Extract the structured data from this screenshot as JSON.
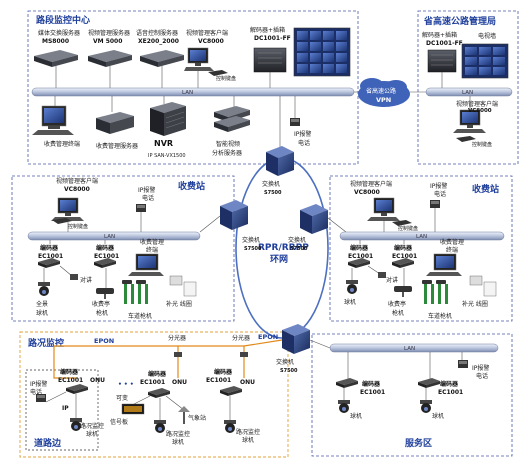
{
  "regions": {
    "road_center": "路段监控中心",
    "highway_center": "省高速公路管理局",
    "toll_left": "收费站",
    "toll_right": "收费站",
    "road_monitor": "路况监控",
    "roadside": "道路边",
    "service": "服务区"
  },
  "lan_label": "LAN",
  "vpn": {
    "line1": "省高速公路",
    "line2": "VPN"
  },
  "ring": {
    "line1": "RPR/RRPP",
    "line2": "环网"
  },
  "epon": "EPON",
  "center_devices": {
    "ms": {
      "name": "媒体交换服务器",
      "model": "MS8000"
    },
    "vm": {
      "name": "视频管理服务器",
      "model": "VM 5000"
    },
    "xe": {
      "name": "语音控制服务器",
      "model": "XE200_2000"
    },
    "vc": {
      "name": "视频管理客户端",
      "model": "VC8000"
    },
    "kbd": "控制键盘",
    "decoder": {
      "name": "解码器+插箱",
      "model": "DC1001-FF"
    },
    "charge_term": "收费管理终端",
    "charge_server": "收费管理服务器",
    "nvr": {
      "name": "NVR",
      "model": "IP SAN-VX1500"
    },
    "ana": {
      "name1": "智能视频",
      "name2": "分析服务器"
    },
    "ipphone": {
      "name1": "IP报警",
      "name2": "电话"
    }
  },
  "highway_devices": {
    "decoder": {
      "name": "解码器+插箱",
      "model": "DC1001-FF"
    },
    "tvwall": "电视墙",
    "vc": {
      "name": "视频管理客户端",
      "model": "VC8000"
    },
    "kbd": "控制键盘"
  },
  "switches": {
    "top": {
      "name": "交换机",
      "model": "S7500"
    },
    "left": {
      "name": "交换机",
      "model": "S7500"
    },
    "right": {
      "name": "交换机",
      "model": "S7500"
    },
    "bottom": {
      "name": "交换机",
      "model": "S7500"
    }
  },
  "toll_left_devices": {
    "vc": {
      "name": "视频管理客户端",
      "model": "VC8000"
    },
    "kbd": "控制键盘",
    "ipphone": {
      "name1": "IP报警",
      "name2": "电话"
    },
    "enc1": {
      "name": "编码器",
      "model": "EC1001"
    },
    "enc2": {
      "name": "编码器",
      "model": "EC1001"
    },
    "term": {
      "name1": "收费管理",
      "name2": "终端"
    },
    "talk": "对讲",
    "quanjing": {
      "name1": "全景",
      "name2": "球机"
    },
    "toll_gun": {
      "name1": "收费亭",
      "name2": "枪机"
    },
    "lane_gun": "车道枪机",
    "fill": "补光 线圈"
  },
  "toll_right_devices": {
    "vc": {
      "name": "视频管理客户端",
      "model": "VC8000"
    },
    "kbd": "控制键盘",
    "ipphone": {
      "name1": "IP报警",
      "name2": "电话"
    },
    "enc1": {
      "name": "编码器",
      "model": "EC1001"
    },
    "enc2": {
      "name": "编码器",
      "model": "EC1001"
    },
    "term": {
      "name1": "收费管理",
      "name2": "终端"
    },
    "talk": "对讲",
    "ball": "球机",
    "toll_gun": {
      "name1": "收费亭",
      "name2": "枪机"
    },
    "lane_gun": "车道枪机",
    "fill": "补光 线圈"
  },
  "road_devices": {
    "splitter1": "分光器",
    "splitter2": "分光器",
    "enc_a": {
      "name": "编码器",
      "model": "EC1001"
    },
    "enc_b": {
      "name": "编码器",
      "model": "EC1001"
    },
    "enc_c": {
      "name": "编码器",
      "model": "EC1001"
    },
    "onu": "ONU",
    "ip": "IP",
    "ipphone": {
      "name1": "IP报警",
      "name2": "电话"
    },
    "sign": {
      "name1": "可变",
      "name2": "信号板"
    },
    "weather": "气象站",
    "cam1": {
      "name1": "路况监控",
      "name2": "球机"
    },
    "cam2": {
      "name1": "路况监控",
      "name2": "球机"
    },
    "cam3": {
      "name1": "路况监控",
      "name2": "球机"
    },
    "dots": "• • •"
  },
  "service_devices": {
    "enc1": {
      "name": "编码器",
      "model": "EC1001"
    },
    "enc2": {
      "name": "编码器",
      "model": "EC1001"
    },
    "ipphone": {
      "name1": "IP报警",
      "name2": "电话"
    },
    "ball1": "球机",
    "ball2": "球机"
  }
}
